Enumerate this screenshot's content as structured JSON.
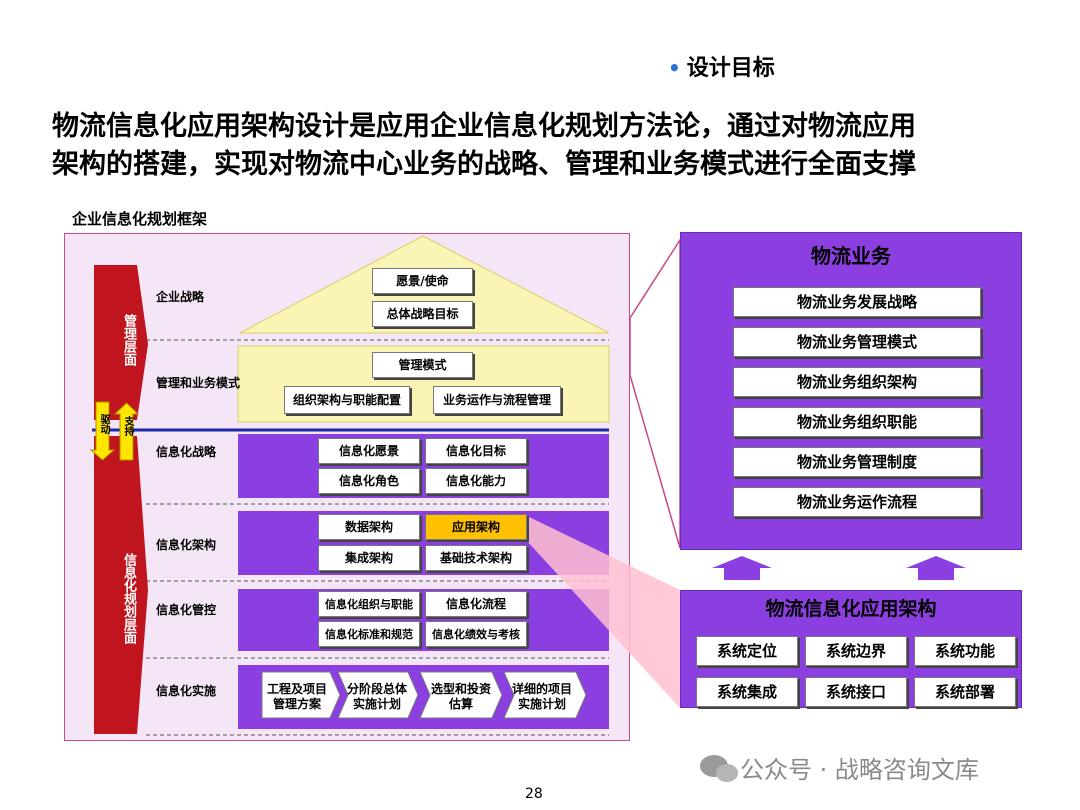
{
  "header": {
    "goal_label": "设计目标",
    "headline_line1": "物流信息化应用架构设计是应用企业信息化规划方法论，通过对物流应用",
    "headline_line2": "架构的搭建，实现对物流中心业务的战略、管理和业务模式进行全面支撑"
  },
  "framework": {
    "title": "企业信息化规划框架",
    "left_arrows": {
      "top": "管理层面",
      "bottom": "信息化规划层面",
      "drive": "驱动",
      "support": "支持"
    },
    "rows": [
      {
        "label": "企业战略",
        "boxes": [
          "愿景/使命",
          "总体战略目标"
        ]
      },
      {
        "label": "管理和业务模式",
        "boxes": [
          "管理模式",
          "组织架构与职能配置",
          "业务运作与流程管理"
        ]
      },
      {
        "label": "信息化战略",
        "boxes": [
          "信息化愿景",
          "信息化目标",
          "信息化角色",
          "信息化能力"
        ]
      },
      {
        "label": "信息化架构",
        "boxes": [
          "数据架构",
          "应用架构",
          "集成架构",
          "基础技术架构"
        ]
      },
      {
        "label": "信息化管控",
        "boxes": [
          "信息化组织与职能",
          "信息化流程",
          "信息化标准和规范",
          "信息化绩效与考核"
        ]
      },
      {
        "label": "信息化实施",
        "boxes": [
          "工程及项目管理方案",
          "分阶段总体实施计划",
          "选型和投资估算",
          "详细的项目实施计划"
        ]
      }
    ]
  },
  "business": {
    "title": "物流业务",
    "items": [
      "物流业务发展战略",
      "物流业务管理模式",
      "物流业务组织架构",
      "物流业务组织职能",
      "物流业务管理制度",
      "物流业务运作流程"
    ]
  },
  "app_arch": {
    "title": "物流信息化应用架构",
    "items": [
      "系统定位",
      "系统边界",
      "系统功能",
      "系统集成",
      "系统接口",
      "系统部署"
    ]
  },
  "footer": {
    "page_number": "28",
    "watermark": "公众号 · 战略咨询文库"
  },
  "colors": {
    "purple": "#8b3fe0",
    "yellow_band": "#faf5b4",
    "highlight": "#ffc000",
    "red_arrow": "#c0141e",
    "pink_panel": "#f4e6f6"
  }
}
